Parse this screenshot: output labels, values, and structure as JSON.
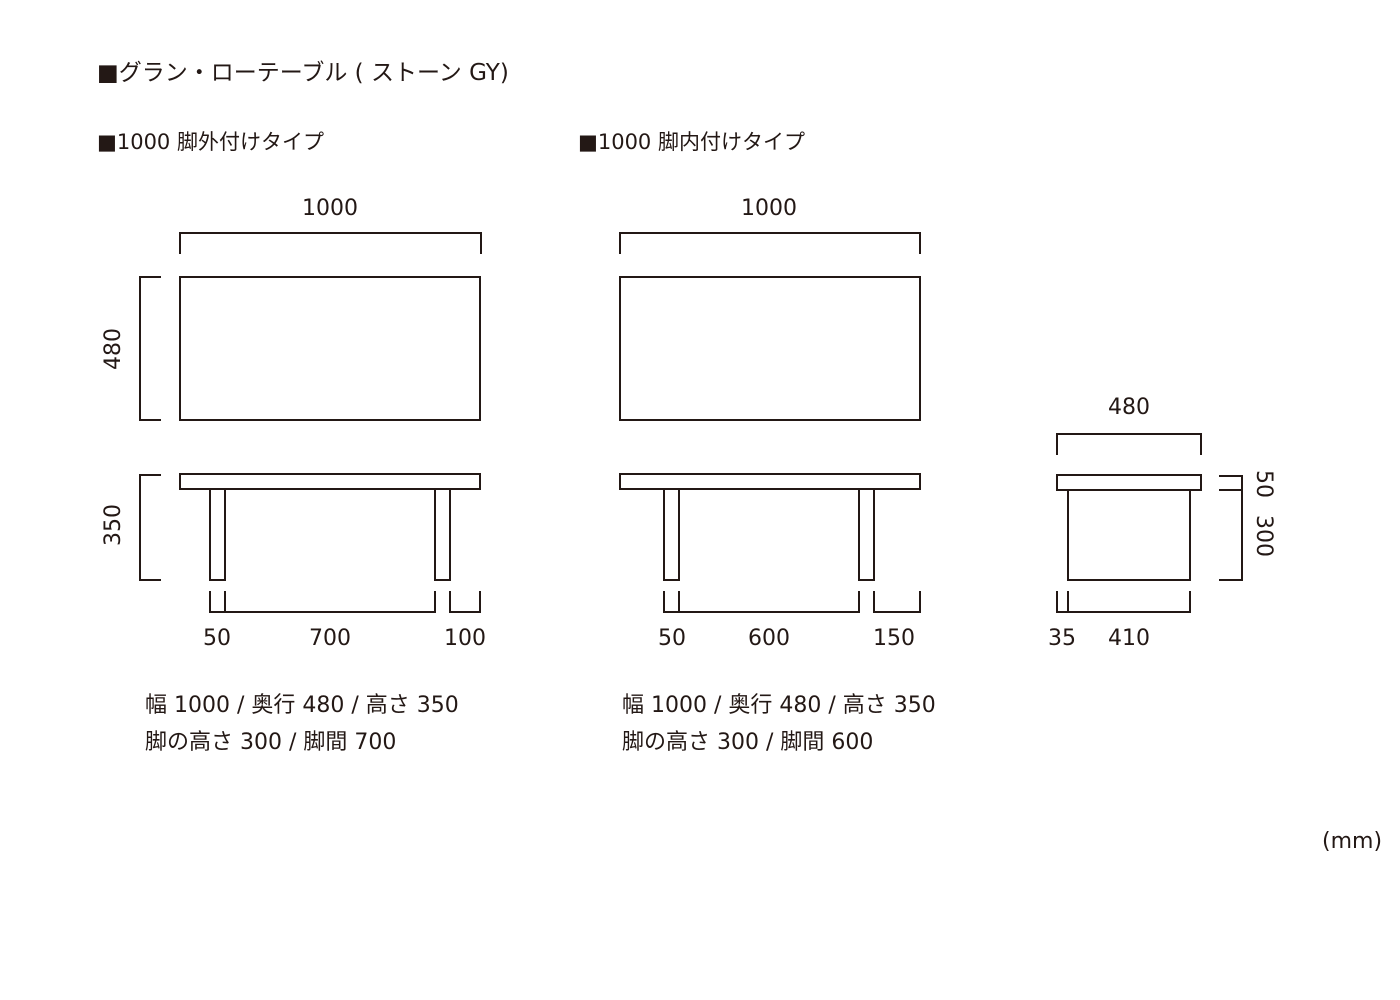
{
  "title": "■グラン・ローテーブル ( ストーン GY)",
  "unit": "(mm)",
  "outer_leg_type": {
    "heading": "■1000 脚外付けタイプ",
    "width": "1000",
    "depth": "480",
    "height": "350",
    "leg_inset": "50",
    "leg_span": "700",
    "overhang": "100",
    "spec_line1": "幅 1000 / 奥行 480 / 高さ 350",
    "spec_line2": "脚の高さ 300 / 脚間 700"
  },
  "inner_leg_type": {
    "heading": "■1000 脚内付けタイプ",
    "width": "1000",
    "leg_inset": "50",
    "leg_span": "600",
    "overhang": "150",
    "spec_line1": "幅 1000 / 奥行 480 / 高さ 350",
    "spec_line2": "脚の高さ 300 / 脚間 600"
  },
  "end_view": {
    "depth": "480",
    "top_thickness": "50",
    "leg_height": "300",
    "leg_inset": "35",
    "leg_width": "410"
  }
}
